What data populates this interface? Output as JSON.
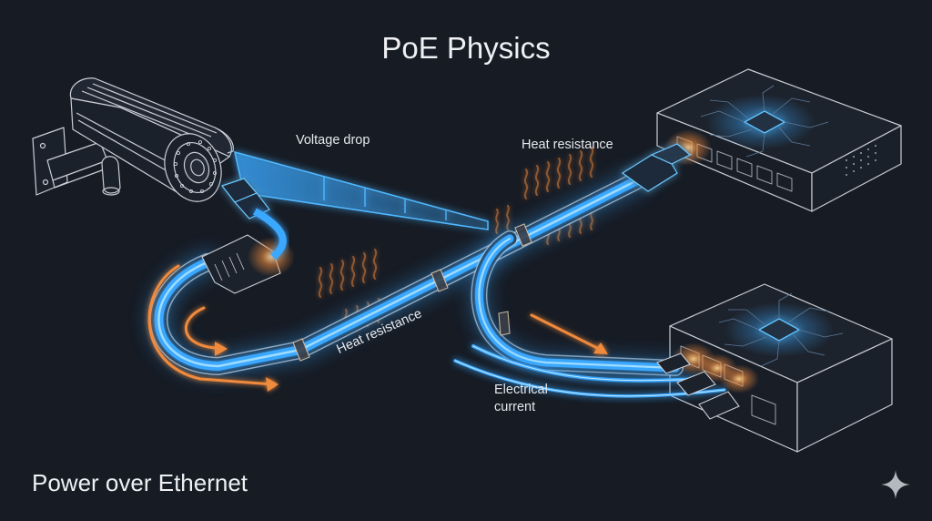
{
  "header": {
    "title": "PoE Physics"
  },
  "footer": {
    "subtitle": "Power over Ethernet"
  },
  "annotations": {
    "voltage_drop": "Voltage drop",
    "heat_resistance_top": "Heat resistance",
    "heat_resistance_middle": "Heat resistance",
    "electrical_current_line1": "Electrical",
    "electrical_current_line2": "current"
  },
  "components": {
    "camera": "security-camera-icon",
    "switch_top": "network-switch-icon",
    "switch_bottom": "poe-injector-icon",
    "cable": "ethernet-cable",
    "connectors": "rj45-connector-icon",
    "badge": "sparkle-icon"
  },
  "colors": {
    "background": "#161b24",
    "line_art": "#c9ced6",
    "cable_glow": "#3aa8ff",
    "cable_core": "#8fd6ff",
    "heat": "#f08a3c",
    "text": "#e6e8ec"
  }
}
